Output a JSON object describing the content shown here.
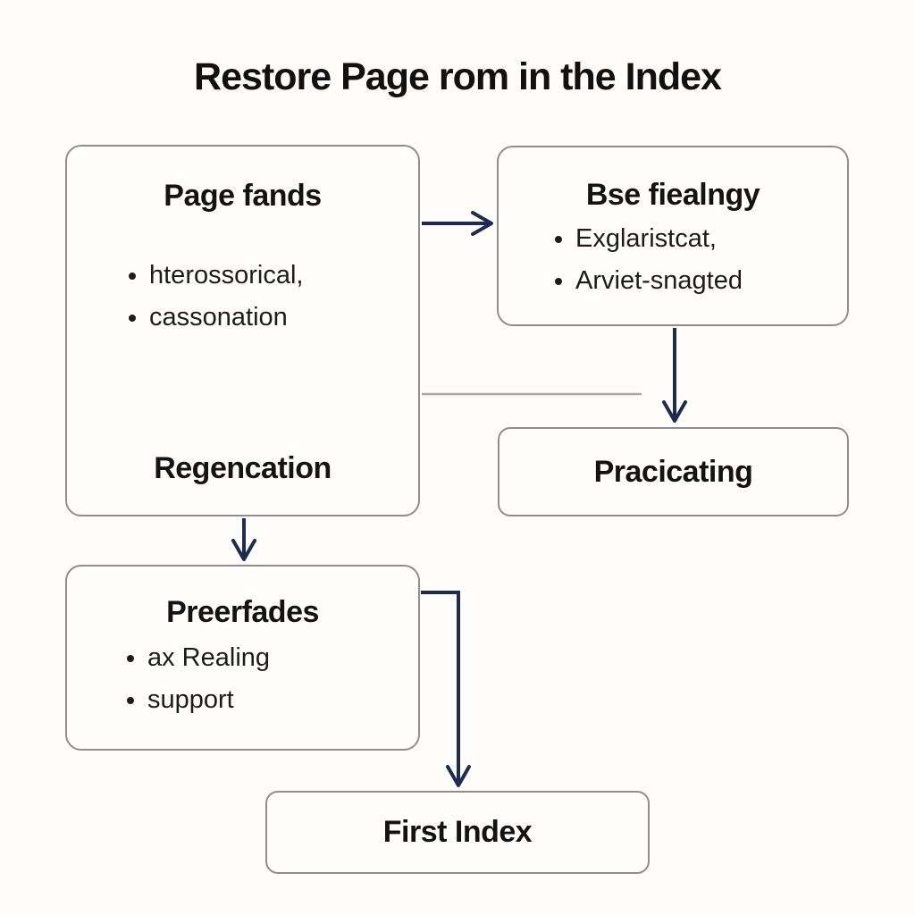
{
  "title": "Restore Page rom in the Index",
  "nodes": {
    "page_fands": {
      "heading": "Page fands",
      "bullets": [
        "hterossorical,",
        "cassonation"
      ],
      "footer": "Regencation"
    },
    "bse_fiealngy": {
      "heading": "Bse fiealngy",
      "bullets": [
        "Exglaristcat,",
        "Arviet-snagted"
      ]
    },
    "pracicating": {
      "heading": "Pracicating"
    },
    "preerfades": {
      "heading": "Preerfades",
      "bullets": [
        "ax Realing",
        "support"
      ]
    },
    "first_index": {
      "heading": "First Index"
    }
  },
  "connectors": [
    {
      "name": "arrow-page-fands-to-bse-fiealngy",
      "type": "arrow"
    },
    {
      "name": "line-page-fands-to-right",
      "type": "plain-line"
    },
    {
      "name": "arrow-bse-fiealngy-to-pracicating",
      "type": "arrow"
    },
    {
      "name": "arrow-page-fands-to-preerfades",
      "type": "arrow"
    },
    {
      "name": "arrow-preerfades-to-first-index",
      "type": "arrow"
    }
  ],
  "colors": {
    "arrow": "#1e2c52",
    "border": "#8e8e8e",
    "plain_line": "#a9a9a9",
    "background": "#fefdfb",
    "text": "#141414"
  }
}
